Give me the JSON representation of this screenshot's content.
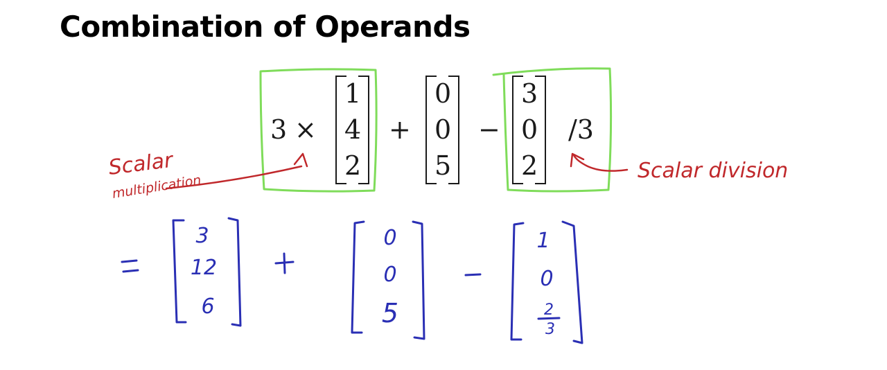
{
  "slide": {
    "title": "Combination of Operands"
  },
  "expression": {
    "term1": {
      "scalar": "3",
      "operator": "×",
      "vector": [
        "1",
        "4",
        "2"
      ]
    },
    "op_plus": "+",
    "term2": {
      "vector": [
        "0",
        "0",
        "5"
      ]
    },
    "op_minus": "−",
    "term3": {
      "vector": [
        "3",
        "0",
        "2"
      ],
      "divisor": "/3"
    }
  },
  "annotations": {
    "left": {
      "line1": "Scalar",
      "line2": "multiplication"
    },
    "right": "Scalar division",
    "highlight_color": "#7fdc5a",
    "ink_red": "#c0282b"
  },
  "result": {
    "equals": "=",
    "vector1": [
      "3",
      "12",
      "6"
    ],
    "plus": "+",
    "vector2": [
      "0",
      "0",
      "5"
    ],
    "minus": "-",
    "vector3_top": [
      "1",
      "0"
    ],
    "vector3_frac": {
      "numerator": "2",
      "denominator": "3"
    },
    "ink_blue": "#2a2fb4"
  }
}
